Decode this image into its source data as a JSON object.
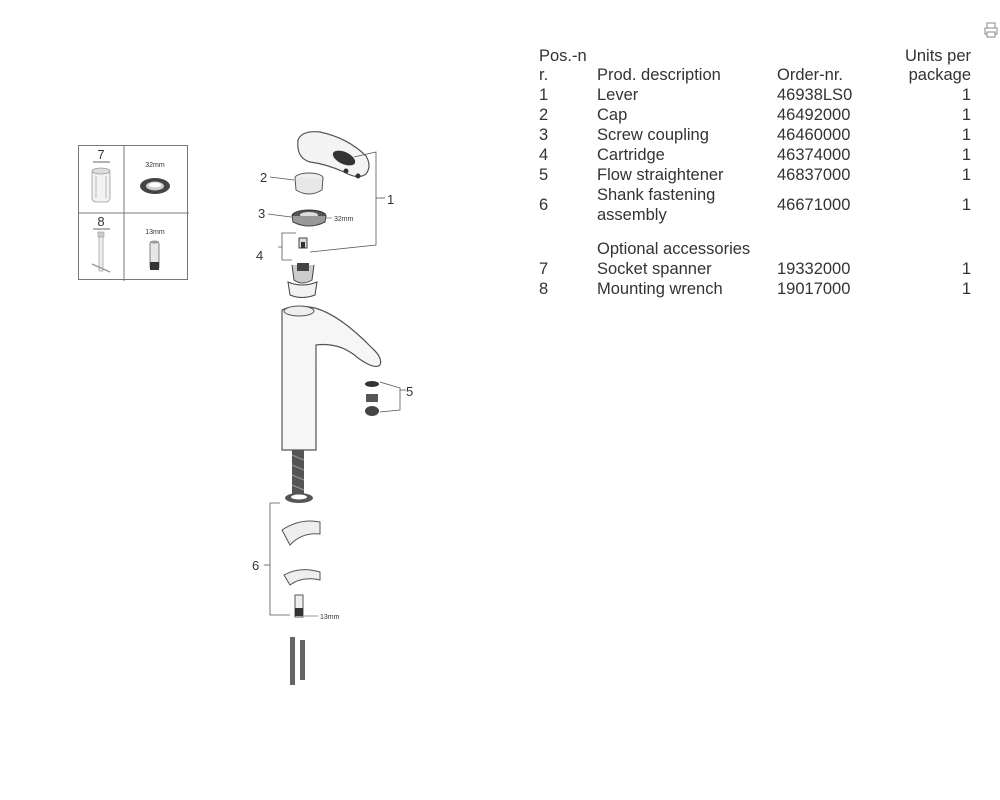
{
  "table": {
    "headers": {
      "pos": "Pos.-nr.",
      "description": "Prod. description",
      "order": "Order-nr.",
      "units": "Units per package"
    },
    "parts": [
      {
        "pos": "1",
        "description": "Lever",
        "order": "46938LS0",
        "units": "1"
      },
      {
        "pos": "2",
        "description": "Cap",
        "order": "46492000",
        "units": "1"
      },
      {
        "pos": "3",
        "description": "Screw coupling",
        "order": "46460000",
        "units": "1"
      },
      {
        "pos": "4",
        "description": "Cartridge",
        "order": "46374000",
        "units": "1"
      },
      {
        "pos": "5",
        "description": "Flow straightener",
        "order": "46837000",
        "units": "1"
      },
      {
        "pos": "6",
        "description": "Shank fastening assembly",
        "order": "46671000",
        "units": "1"
      }
    ],
    "optional_heading": "Optional accessories",
    "accessories": [
      {
        "pos": "7",
        "description": "Socket spanner",
        "order": "19332000",
        "units": "1"
      },
      {
        "pos": "8",
        "description": "Mounting wrench",
        "order": "19017000",
        "units": "1"
      }
    ]
  },
  "tools_box": {
    "item7": {
      "number": "7",
      "size": "32mm"
    },
    "item8": {
      "number": "8",
      "size": "13mm"
    }
  },
  "drawing": {
    "callouts": [
      "1",
      "2",
      "3",
      "4",
      "5",
      "6"
    ],
    "dim_32": "32mm",
    "dim_13": "13mm"
  },
  "icons": {
    "print": "print-icon"
  }
}
